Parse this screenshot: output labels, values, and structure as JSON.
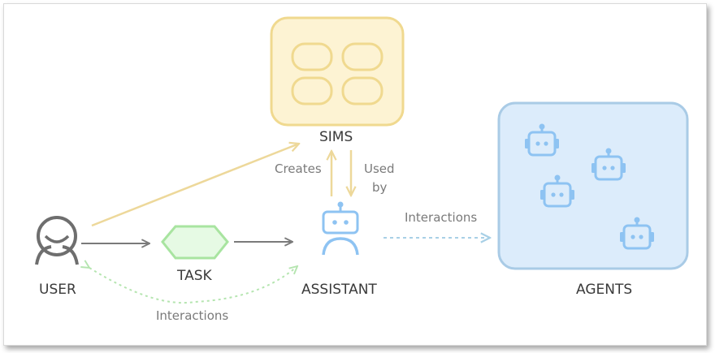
{
  "labels": {
    "user": "USER",
    "task": "TASK",
    "assistant": "ASSISTANT",
    "sims": "SIMS",
    "agents": "AGENTS",
    "creates": "Creates",
    "used": "Used",
    "by": "by",
    "interactions_agents": "Interactions",
    "interactions_user": "Interactions"
  },
  "colors": {
    "sims_fill": "#fdf3d3",
    "sims_stroke": "#f0d98f",
    "agents_fill": "#dcecfb",
    "agents_stroke": "#a9cbe6",
    "robot": "#8ec3f2",
    "task_fill": "#e6fae4",
    "task_stroke": "#a8e4a0",
    "arrow_gray": "#7a7a7a",
    "arrow_yellow": "#edd89a",
    "dotted_green": "#b5e5b0",
    "dotted_blue": "#a8d0e6"
  },
  "icons": [
    "user-icon",
    "assistant-robot-icon",
    "agent-robot-icon",
    "task-hexagon",
    "sims-grid"
  ]
}
